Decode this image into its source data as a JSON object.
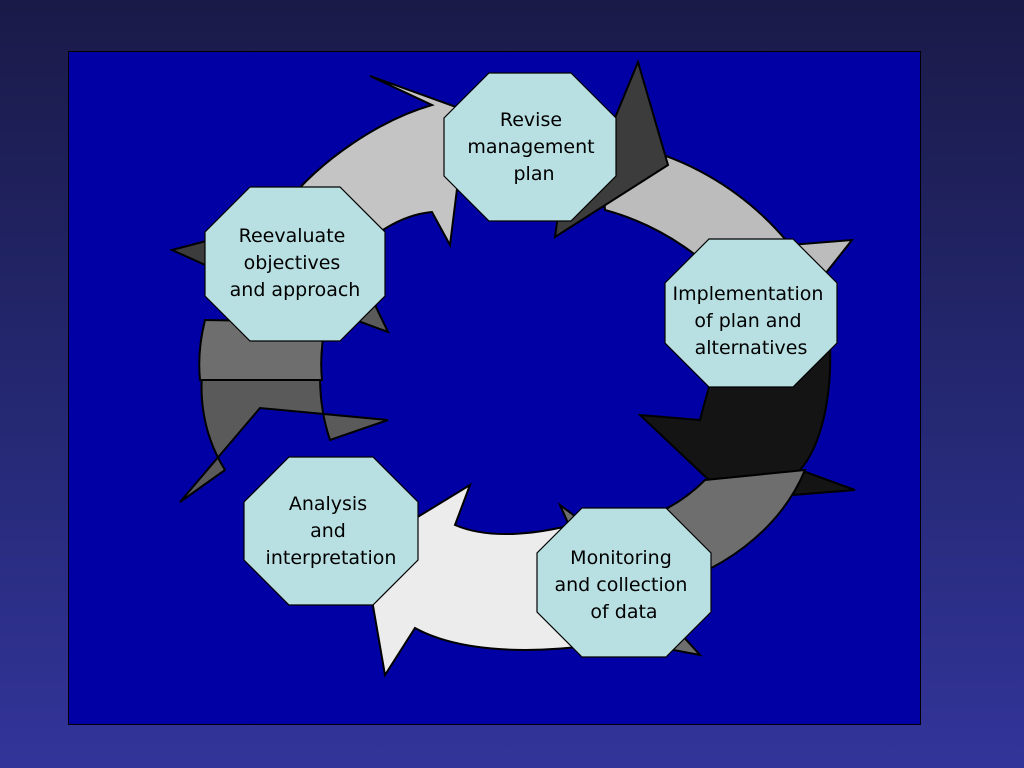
{
  "diagram": {
    "nodes": [
      {
        "id": "revise",
        "lines": [
          "Revise",
          "management",
          "plan"
        ]
      },
      {
        "id": "implementation",
        "lines": [
          "Implementation",
          "of plan and",
          "alternatives"
        ]
      },
      {
        "id": "monitoring",
        "lines": [
          "Monitoring",
          "and collection",
          "of data"
        ]
      },
      {
        "id": "analysis",
        "lines": [
          "Analysis",
          "and",
          "interpretation"
        ]
      },
      {
        "id": "reevaluate",
        "lines": [
          "Reevaluate",
          "objectives",
          "and approach"
        ]
      }
    ],
    "arrow_colors": [
      "#c4c4c4",
      "#bcbcbc",
      "#6e6e6e",
      "#ececec",
      "#5a5a5a",
      "#3c3c3c",
      "#141414"
    ],
    "node_fill": "#b8dfe2",
    "background": "#0000a4"
  }
}
